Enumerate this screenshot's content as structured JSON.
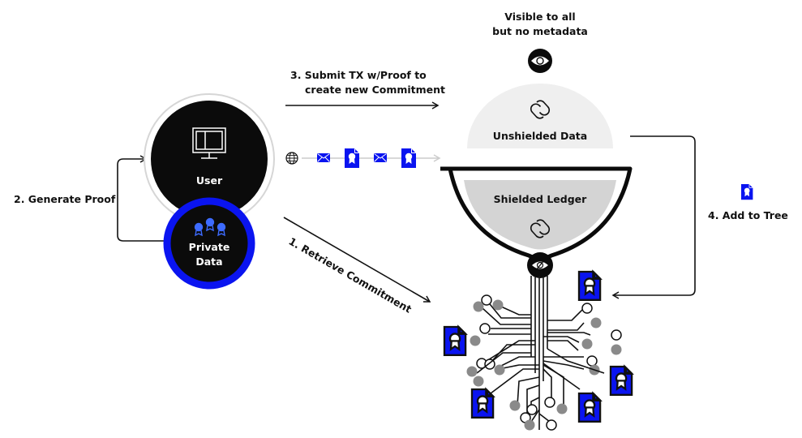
{
  "colors": {
    "accent_blue": "#0a14f0",
    "dark": "#0b0b0b",
    "unshielded_fill": "#efefef",
    "shielded_fill": "#d4d4d4",
    "node_gray": "#8a8a8a",
    "ring_gray": "#d6d6d6",
    "flow_line": "#cccccc"
  },
  "user_node": {
    "label": "User",
    "icon": "monitor-icon"
  },
  "private_data_node": {
    "label_line1": "Private",
    "label_line2": "Data",
    "icon": "award-badges-icon"
  },
  "top_note": {
    "line1": "Visible to all",
    "line2": "but no metadata",
    "icon": "eye-icon"
  },
  "unshielded": {
    "label": "Unshielded Data",
    "icon": "link-icon"
  },
  "shielded": {
    "label": "Shielded Ledger",
    "icon": "link-icon",
    "valve_icon": "eye-slash-icon"
  },
  "steps": {
    "step1": "1. Retrieve Commitment",
    "step2": "2. Generate Proof",
    "step3_line1": "3.  Submit TX w/Proof to",
    "step3_line2": "create new Commitment",
    "step4": "4.  Add to Tree"
  },
  "flow_items": [
    "globe-icon",
    "envelope-icon",
    "certificate-doc-icon",
    "envelope-icon",
    "certificate-doc-icon"
  ],
  "tree": {
    "certificate_count": 5,
    "label": "merkle-tree"
  }
}
